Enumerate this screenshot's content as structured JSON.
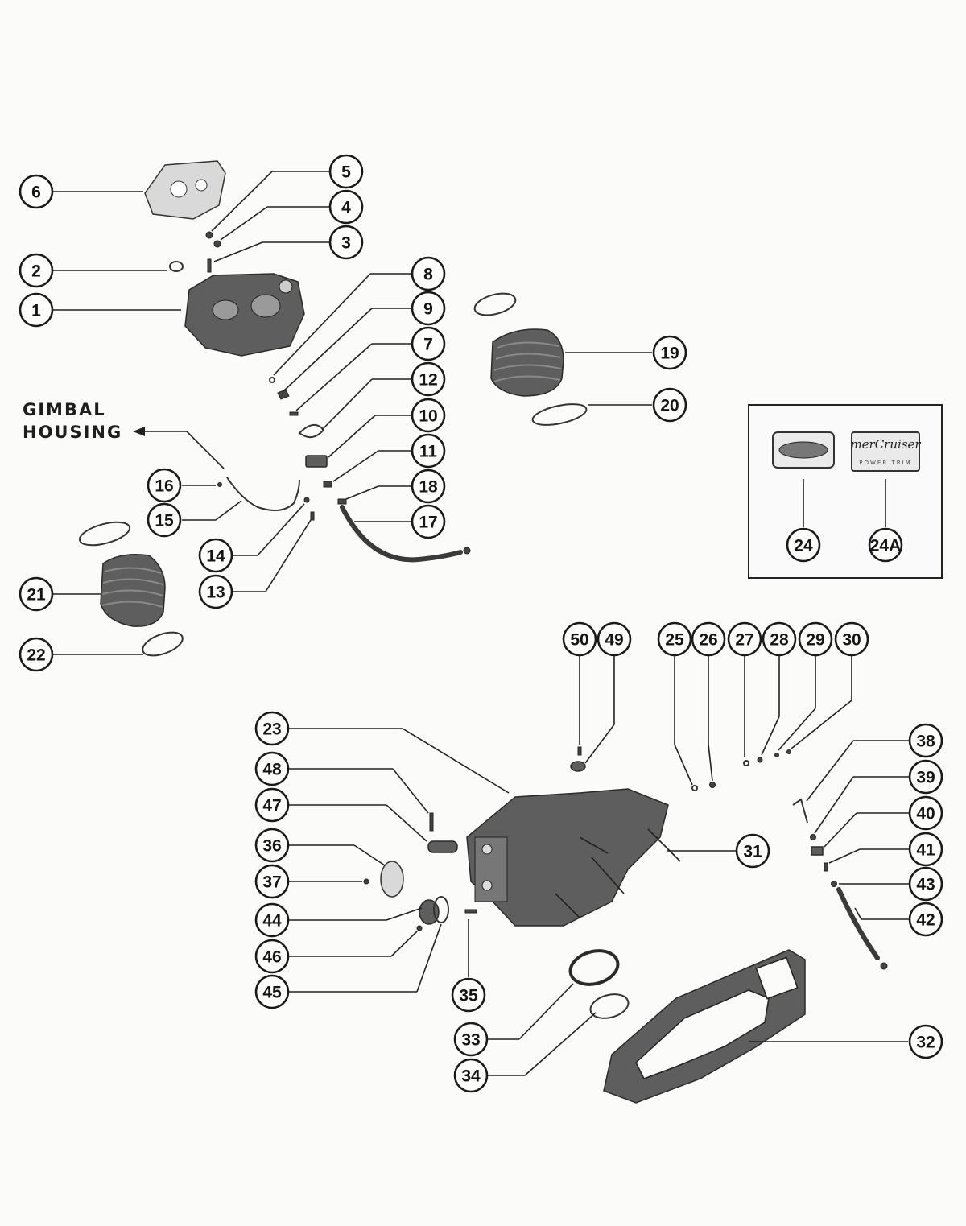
{
  "label": {
    "line1": "GIMBAL",
    "line2": "HOUSING"
  },
  "inset": {
    "decal_24_text": "",
    "decal_24a_text": "merCruiser",
    "decal_24a_sub": "POWER TRIM"
  },
  "callouts": [
    "1",
    "2",
    "3",
    "4",
    "5",
    "6",
    "7",
    "8",
    "9",
    "10",
    "11",
    "12",
    "13",
    "14",
    "15",
    "16",
    "17",
    "18",
    "19",
    "20",
    "21",
    "22",
    "23",
    "24",
    "24A",
    "25",
    "26",
    "27",
    "28",
    "29",
    "30",
    "31",
    "32",
    "33",
    "34",
    "35",
    "36",
    "37",
    "38",
    "39",
    "40",
    "41",
    "42",
    "43",
    "44",
    "45",
    "46",
    "47",
    "48",
    "49",
    "50"
  ]
}
